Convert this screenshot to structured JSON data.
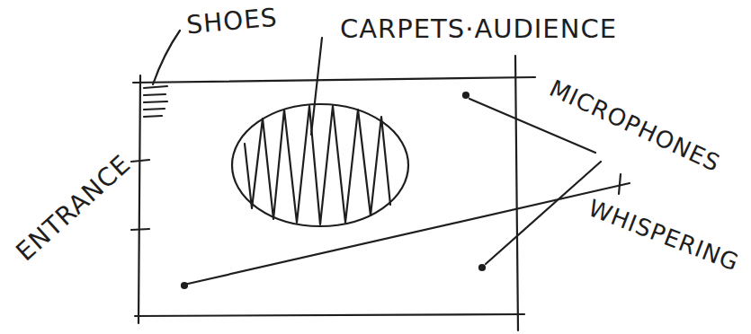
{
  "diagram": {
    "labels": [
      "SHOES",
      "CARPETS·AUDIENCE",
      "ENTRANCE",
      "MICROPHONES",
      "WHISPERING"
    ]
  }
}
